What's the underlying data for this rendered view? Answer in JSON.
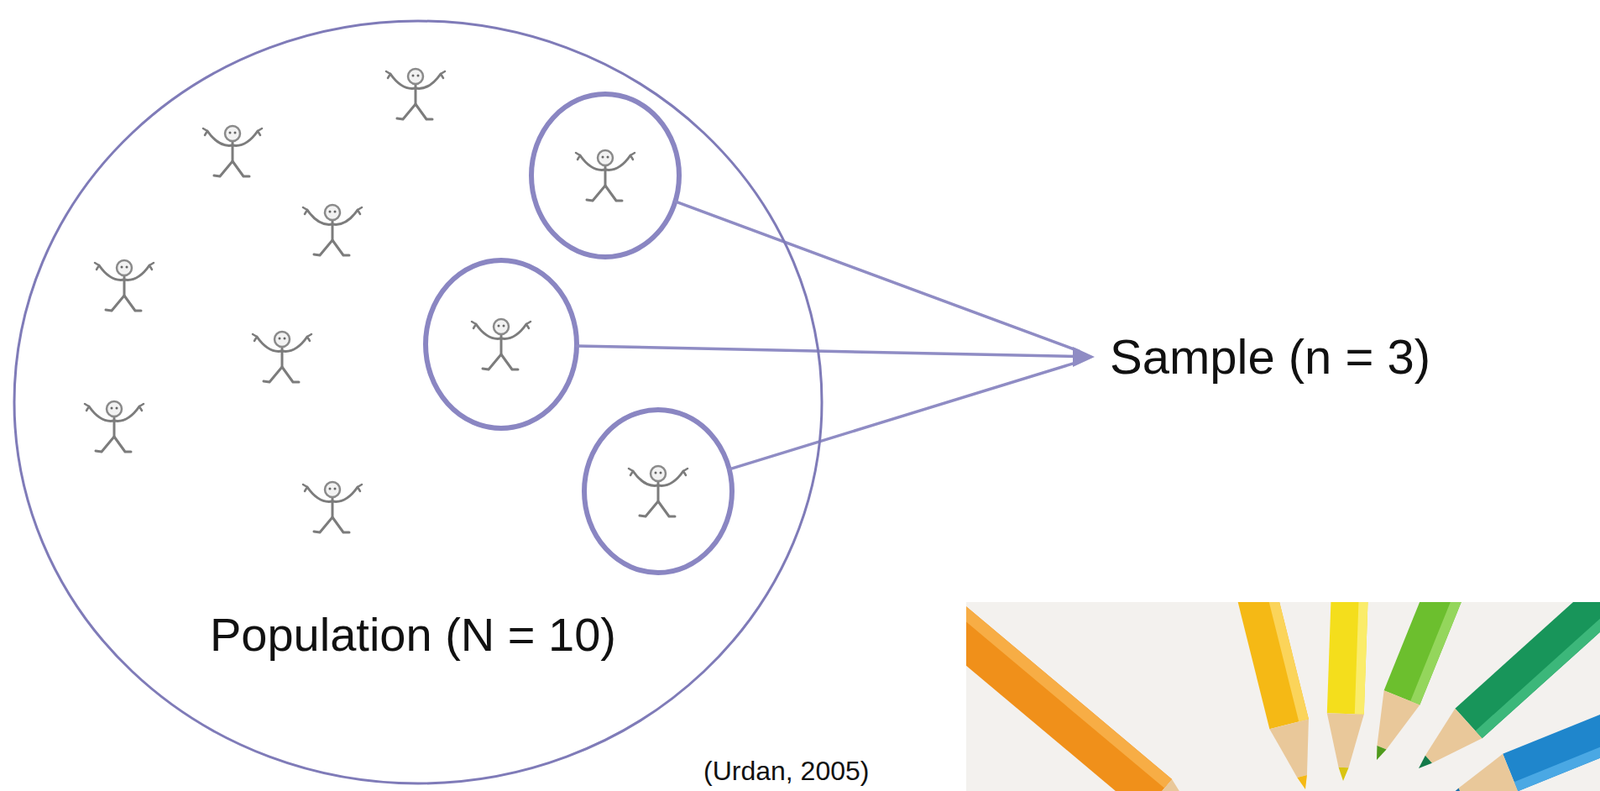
{
  "diagram": {
    "nodes": [
      {
        "text": [
          "Population (N = 10)"
        ]
      },
      {
        "text": [
          "Sample (n = 3)"
        ]
      }
    ],
    "edges": [
      {
        "from": 0,
        "to": 1,
        "arrow": "to"
      }
    ],
    "labels": [
      "(Urdan, 2005)"
    ]
  }
}
